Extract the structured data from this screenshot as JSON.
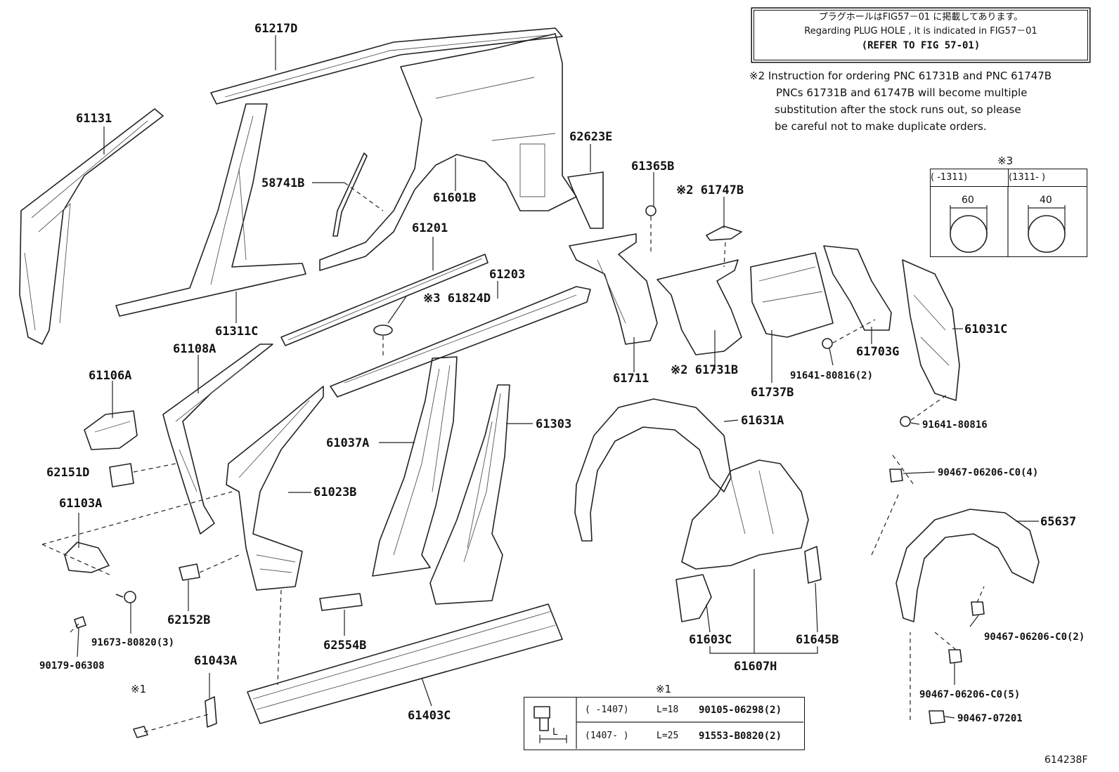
{
  "diagram_id": "614238F",
  "note_box": {
    "line1": "プラグホールはFIG57－01 に掲載してあります。",
    "line2": "Regarding  PLUG HOLE , it is indicated in FIG57－01",
    "line3": "(REFER TO FIG 57-01)"
  },
  "note2": {
    "line1": "※2 Instruction for ordering PNC 61731B and PNC 61747B",
    "line2": "PNCs 61731B and  61747B  will become multiple",
    "line3": "substitution after the stock runs out, so please",
    "line4": "be careful not to make duplicate orders."
  },
  "table3": {
    "mark": "※3",
    "col1_header": "(      -1311)",
    "col2_header": "(1311-       )",
    "col1_dim": "60",
    "col2_dim": "40"
  },
  "table1": {
    "mark": "※1",
    "dim_label": "L",
    "row1": {
      "range": "(      -1407)",
      "length": "L=18",
      "part": "90105-06298(2)"
    },
    "row2": {
      "range": "(1407-      )",
      "length": "L=25",
      "part": "91553-B0820(2)"
    }
  },
  "labels": {
    "p61217D": "61217D",
    "p61131": "61131",
    "p58741B": "58741B",
    "p61601B": "61601B",
    "p62623E": "62623E",
    "p61365B": "61365B",
    "p61747B": "※2 61747B",
    "p61201": "61201",
    "p61311C": "61311C",
    "p61203": "61203",
    "p61824D": "※3 61824D",
    "p61108A": "61108A",
    "p61106A": "61106A",
    "p62151D": "62151D",
    "p61103A": "61103A",
    "p61023B": "61023B",
    "p61037A": "61037A",
    "p61303": "61303",
    "p61711": "61711",
    "p61731B": "※2 61731B",
    "p61737B": "61737B",
    "p91641a": "91641-80816(2)",
    "p61703G": "61703G",
    "p61031C": "61031C",
    "p91641b": "91641-80816",
    "p61631A": "61631A",
    "p90467a": "90467-06206-C0(4)",
    "p65637": "65637",
    "p62152B": "62152B",
    "p91673": "91673-80820(3)",
    "p90179": "90179-06308",
    "p61043A": "61043A",
    "p62554B": "62554B",
    "p61403C": "61403C",
    "p61603C": "61603C",
    "p61645B": "61645B",
    "p61607H": "61607H",
    "p90467b": "90467-06206-C0(2)",
    "p90467c": "90467-06206-C0(5)",
    "p90467d": "90467-07201",
    "mark1": "※1"
  }
}
